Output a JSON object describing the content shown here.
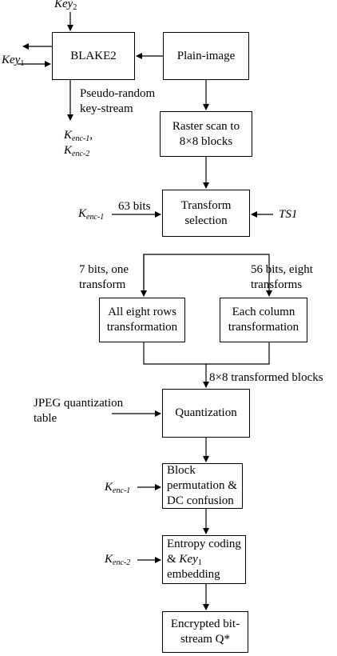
{
  "boxes": {
    "blake2": "BLAKE2",
    "plain_image": "Plain-image",
    "raster_scan": [
      "Raster scan to",
      "8×8 blocks"
    ],
    "transform_selection": [
      "Transform",
      "selection"
    ],
    "all_rows": [
      "All eight rows",
      "transformation"
    ],
    "each_column": [
      "Each column",
      "transformation"
    ],
    "quantization": "Quantization",
    "block_permutation": [
      "Block",
      "permutation &",
      "DC confusion"
    ],
    "entropy_coding": {
      "line1": "Entropy coding",
      "amp": "& ",
      "key_base": "Key",
      "key_sub": "1",
      "line3": "embedding"
    },
    "encrypted": [
      "Encrypted bit-",
      "stream Q*"
    ]
  },
  "keys": {
    "key2": {
      "base": "Key",
      "sub": "2"
    },
    "key1": {
      "base": "Key",
      "sub": "1"
    },
    "k_enc_base": "K",
    "enc1_sub": "enc-1",
    "enc2_sub": "enc-2",
    "comma": ","
  },
  "labels": {
    "pseudo_random": [
      "Pseudo-random",
      "key-stream"
    ],
    "bits63": "63 bits",
    "ts1": "TS1",
    "bits7": [
      "7 bits, one",
      "transform"
    ],
    "bits56": [
      "56 bits, eight",
      "transforms"
    ],
    "transformed_blocks": "8×8 transformed blocks",
    "jpeg_table": [
      "JPEG quantization",
      "table"
    ]
  }
}
